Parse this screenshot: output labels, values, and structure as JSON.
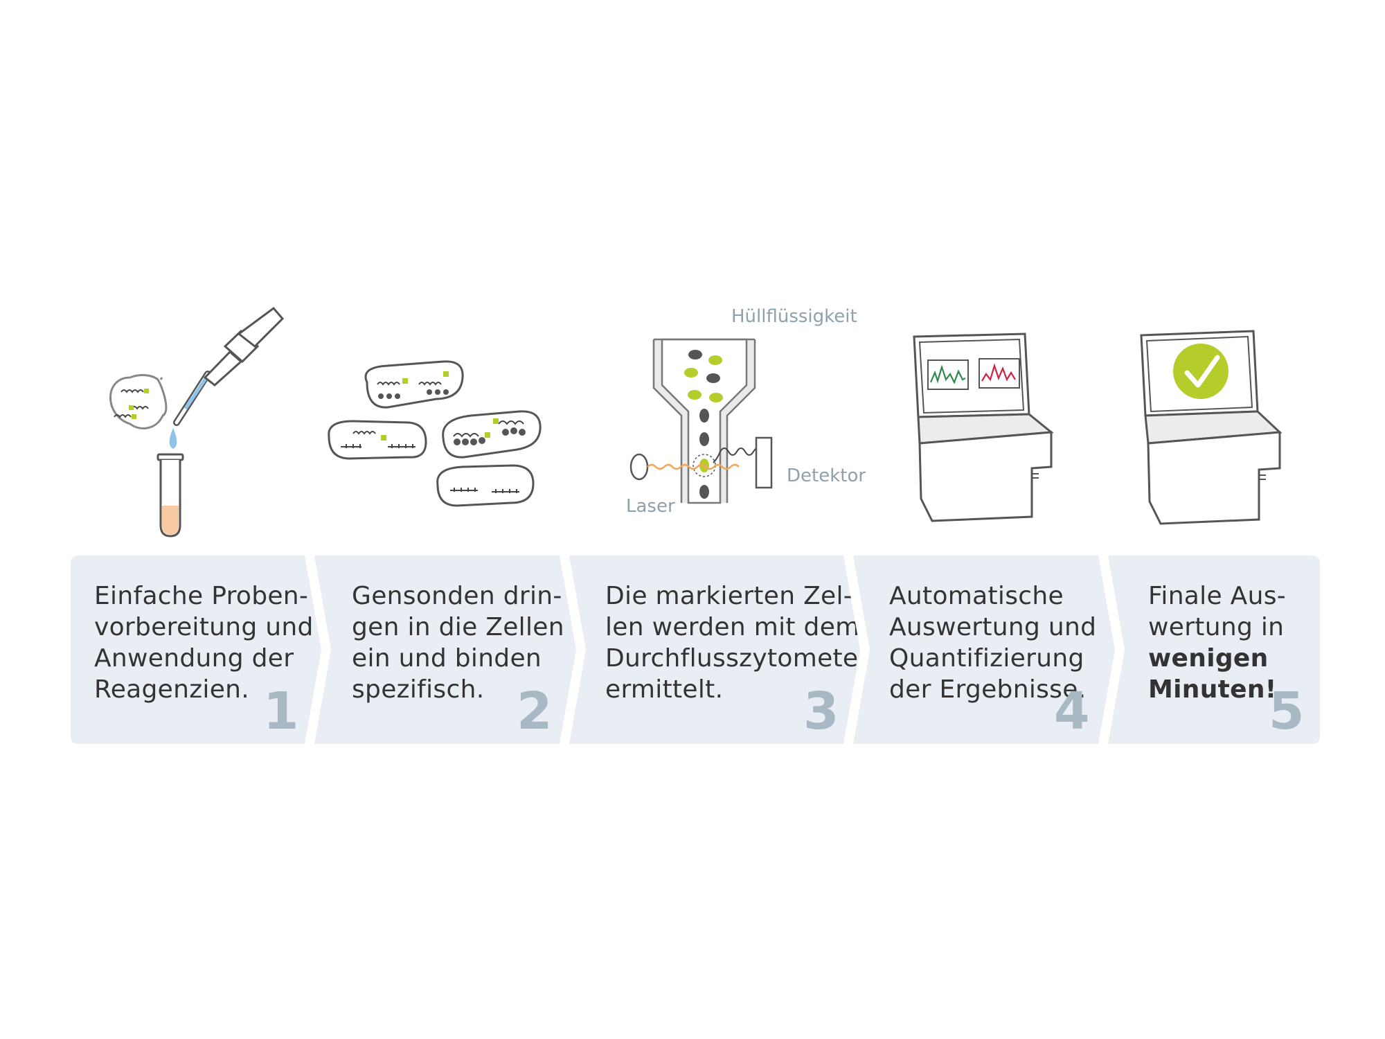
{
  "labels": {
    "sheath": "Hüllflüssigkeit",
    "laser": "Laser",
    "detector": "Detektor"
  },
  "steps": [
    {
      "number": "1",
      "lines": [
        "Einfache Proben-",
        "vorbereitung und",
        "Anwendung der",
        "Reagenzien."
      ]
    },
    {
      "number": "2",
      "lines": [
        "Gensonden drin-",
        "gen in die Zellen",
        "ein und binden",
        "spezifisch."
      ]
    },
    {
      "number": "3",
      "lines": [
        "Die markierten Zel-",
        "len werden mit dem",
        "Durchflusszytometer",
        "ermittelt."
      ]
    },
    {
      "number": "4",
      "lines": [
        "Automatische",
        "Auswertung und",
        "Quantifizierung",
        "der Ergebnisse."
      ]
    },
    {
      "number": "5",
      "lines": [
        "Finale Aus-",
        "wertung in",
        "wenigen",
        "Minuten!"
      ]
    }
  ],
  "colors": {
    "panel": "#e8eef4",
    "number": "#a9b9c4",
    "accent_green": "#b5cc2b",
    "outline": "#555555",
    "label": "#8fa1ab"
  }
}
